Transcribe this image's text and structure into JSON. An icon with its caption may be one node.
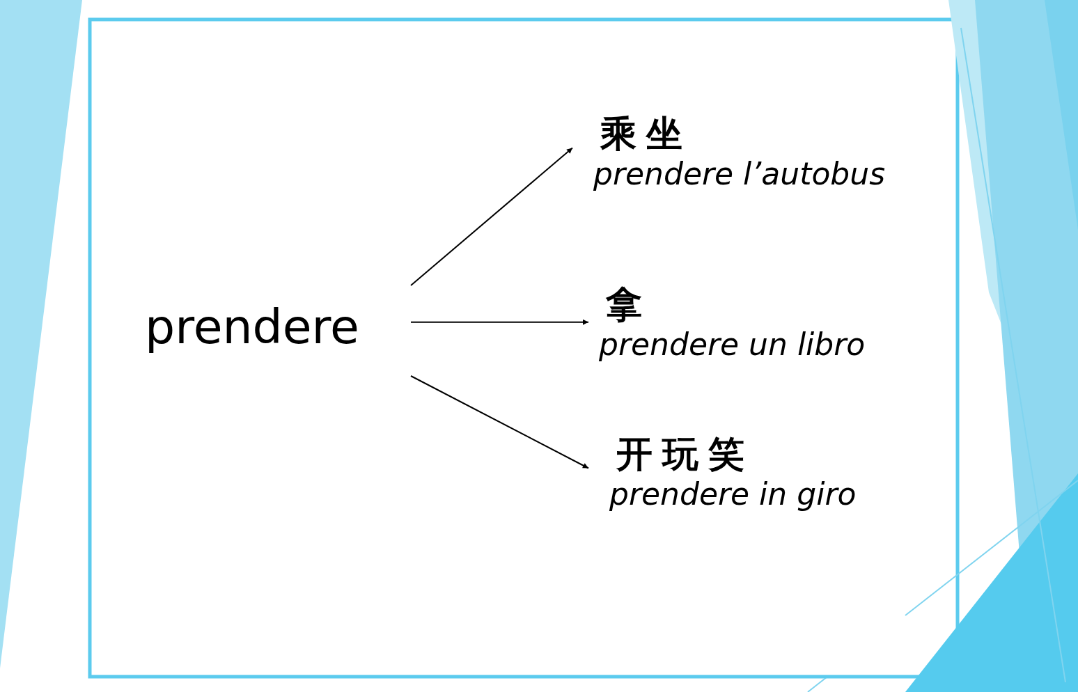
{
  "diagram": {
    "nodes": [
      {
        "text": [
          "prendere"
        ]
      },
      {
        "text": [
          "乘坐",
          "prendere l’autobus"
        ]
      },
      {
        "text": [
          "拿",
          "prendere un libro"
        ]
      },
      {
        "text": [
          "开玩笑",
          "prendere in giro"
        ]
      }
    ],
    "edges": [
      {
        "from": 0,
        "to": 1,
        "arrow": "to"
      },
      {
        "from": 0,
        "to": 2,
        "arrow": "to"
      },
      {
        "from": 0,
        "to": 3,
        "arrow": "to"
      }
    ]
  }
}
